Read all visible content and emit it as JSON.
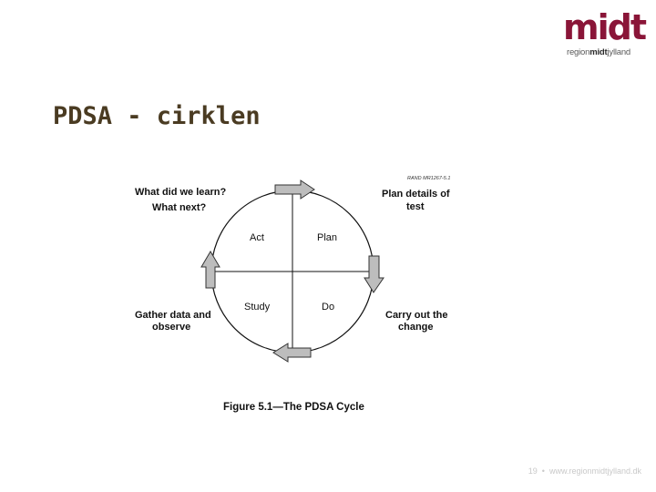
{
  "logo": {
    "main": "midt",
    "sub_prefix": "region",
    "sub_bold": "midt",
    "sub_suffix": "jylland"
  },
  "slide": {
    "title": "PDSA - cirklen"
  },
  "diagram": {
    "code": "RAND MR1267-5.1",
    "labels": {
      "top_left_1": "What did we learn?",
      "top_left_2": "What next?",
      "top_right_1": "Plan details of",
      "top_right_2": "test",
      "bottom_left_1": "Gather data and",
      "bottom_left_2": "observe",
      "bottom_right_1": "Carry out the",
      "bottom_right_2": "change"
    },
    "quadrants": {
      "act": "Act",
      "plan": "Plan",
      "study": "Study",
      "do": "Do"
    },
    "caption": "Figure 5.1—The PDSA Cycle"
  },
  "footer": {
    "page": "19",
    "separator": "•",
    "url": "www.regionmidtjylland.dk"
  },
  "colors": {
    "brand": "#8a1538",
    "title": "#4a3b22",
    "arrow_fill": "#bdbdbd"
  }
}
